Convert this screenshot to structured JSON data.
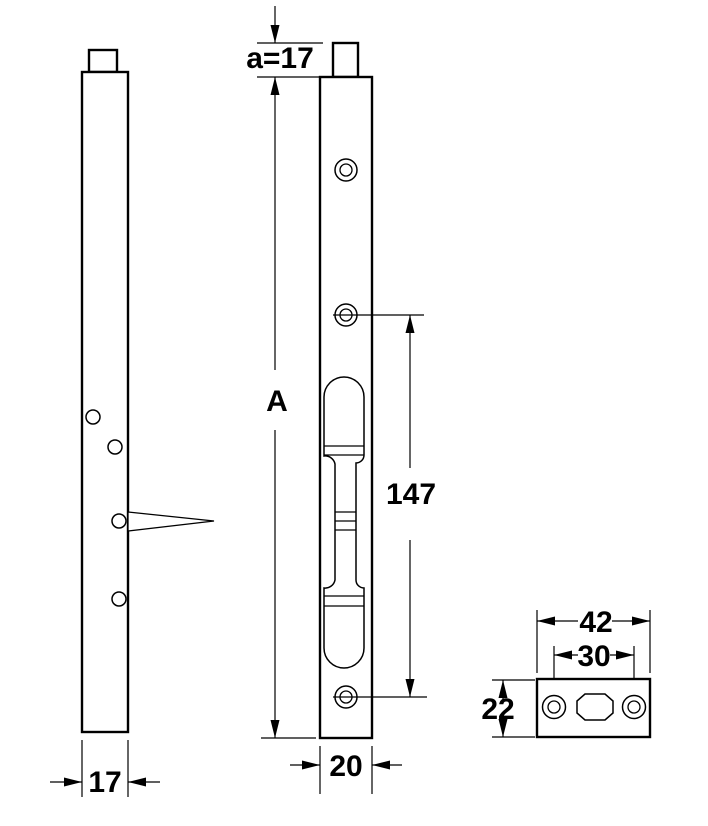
{
  "drawing": {
    "kind": "flush-bolt-dimension-drawing",
    "background_color": "#ffffff",
    "line_color": "#000000",
    "dimensions": {
      "side_width": {
        "label": "17"
      },
      "bolt_projection": {
        "label": "a=17"
      },
      "overall_length": {
        "label": "A"
      },
      "hole_spacing": {
        "label": "147"
      },
      "front_width": {
        "label": "20"
      },
      "plate_width": {
        "label": "42"
      },
      "plate_hole_spacing": {
        "label": "30"
      },
      "plate_height": {
        "label": "22"
      }
    }
  }
}
